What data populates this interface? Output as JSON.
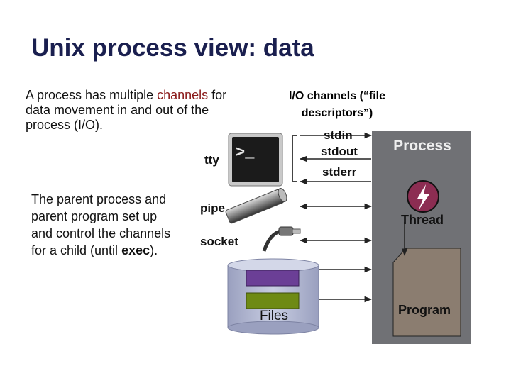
{
  "title": "Unix process view: data",
  "para1": {
    "part1": "A process has multiple ",
    "highlight": "channels",
    "part2": " for data movement in and out of the process (I/O)."
  },
  "para2": {
    "part1": "The parent process and parent program set up and control the channels for a child (until ",
    "bold": "exec",
    "part2": ")."
  },
  "io_channels": {
    "heading": "I/O channels (“file descriptors”)",
    "stdin": "stdin",
    "stdout": "stdout",
    "stderr": "stderr"
  },
  "devices": {
    "tty": "tty",
    "pipe": "pipe",
    "socket": "socket",
    "files": "Files"
  },
  "process": {
    "label": "Process",
    "thread": "Thread",
    "program": "Program"
  },
  "colors": {
    "title": "#1a1f4f",
    "highlight": "#8b1a1a",
    "process_bg": "#707175",
    "thread_circle": "#8c2d52",
    "program_bg": "#8b7d70",
    "file_purple": "#6b3f96",
    "file_green": "#6e8a14",
    "cylinder": "#b7bdd6"
  },
  "icons": [
    "terminal-icon",
    "pipe-icon",
    "audio-plug-icon",
    "lightning-icon",
    "database-cylinder-icon"
  ]
}
